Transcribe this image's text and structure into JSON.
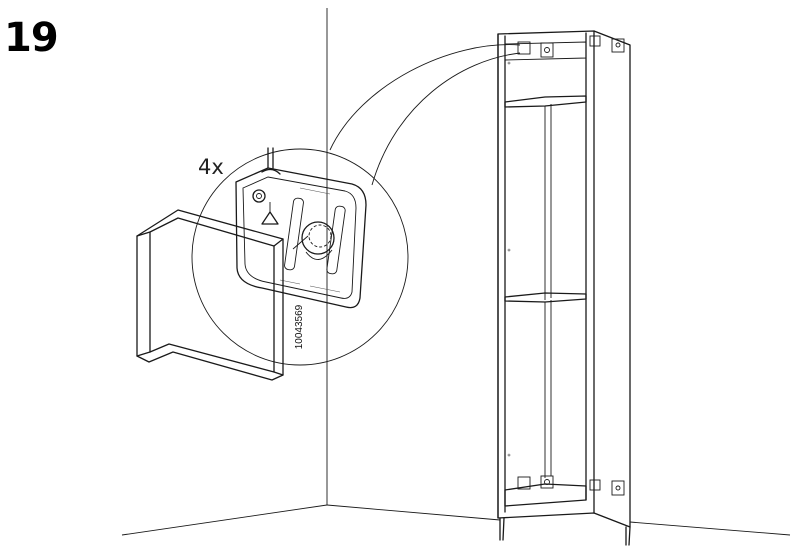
{
  "step": {
    "number": "19"
  },
  "callout": {
    "quantity": "4x",
    "part_number": "10043569"
  },
  "colors": {
    "ink": "#1a1a1a",
    "background": "#ffffff",
    "panel_shade": "#d8d8d8"
  }
}
